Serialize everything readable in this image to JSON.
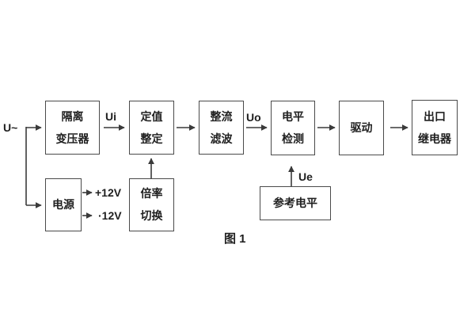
{
  "figure": {
    "caption": "图 1"
  },
  "labels": {
    "input": "U~",
    "ui": "Ui",
    "uo": "Uo",
    "ue": "Ue",
    "rail_pos": "+12V",
    "rail_neg": "·12V"
  },
  "blocks": [
    {
      "id": "isolation-transformer",
      "lines": [
        "隔离",
        "变压器"
      ]
    },
    {
      "id": "setpoint-adjust",
      "lines": [
        "定值",
        "整定"
      ]
    },
    {
      "id": "rectify-filter",
      "lines": [
        "整流",
        "滤波"
      ]
    },
    {
      "id": "level-detect",
      "lines": [
        "电平",
        "检测"
      ]
    },
    {
      "id": "drive",
      "lines": [
        "驱动"
      ]
    },
    {
      "id": "output-relay",
      "lines": [
        "出口",
        "继电器"
      ]
    },
    {
      "id": "power-supply",
      "lines": [
        "电源"
      ]
    },
    {
      "id": "ratio-switch",
      "lines": [
        "倍率",
        "切换"
      ]
    },
    {
      "id": "reference-level",
      "lines": [
        "参考电平"
      ]
    }
  ],
  "colors": {
    "line": "#3a3a3a",
    "text": "#1f1f1f",
    "box_border": "#4a4a4a",
    "background": "#ffffff"
  }
}
